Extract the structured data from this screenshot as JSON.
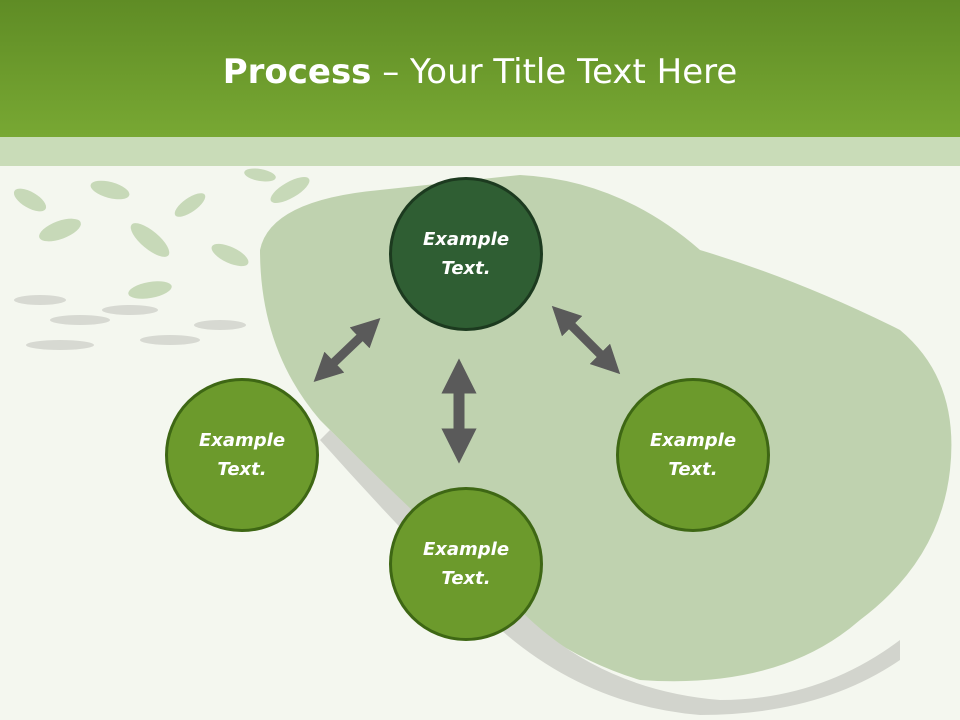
{
  "title": {
    "bold": "Process",
    "rest": " – Your Title Text Here"
  },
  "colors": {
    "header": "#78a833",
    "node": "#6c9a2c",
    "node_top": "#2f5e33",
    "arrow": "#5a5a5a"
  },
  "nodes": [
    {
      "id": "top",
      "label": "Example Text."
    },
    {
      "id": "left",
      "label": "Example Text."
    },
    {
      "id": "right",
      "label": "Example Text."
    },
    {
      "id": "bottom",
      "label": "Example Text."
    }
  ]
}
